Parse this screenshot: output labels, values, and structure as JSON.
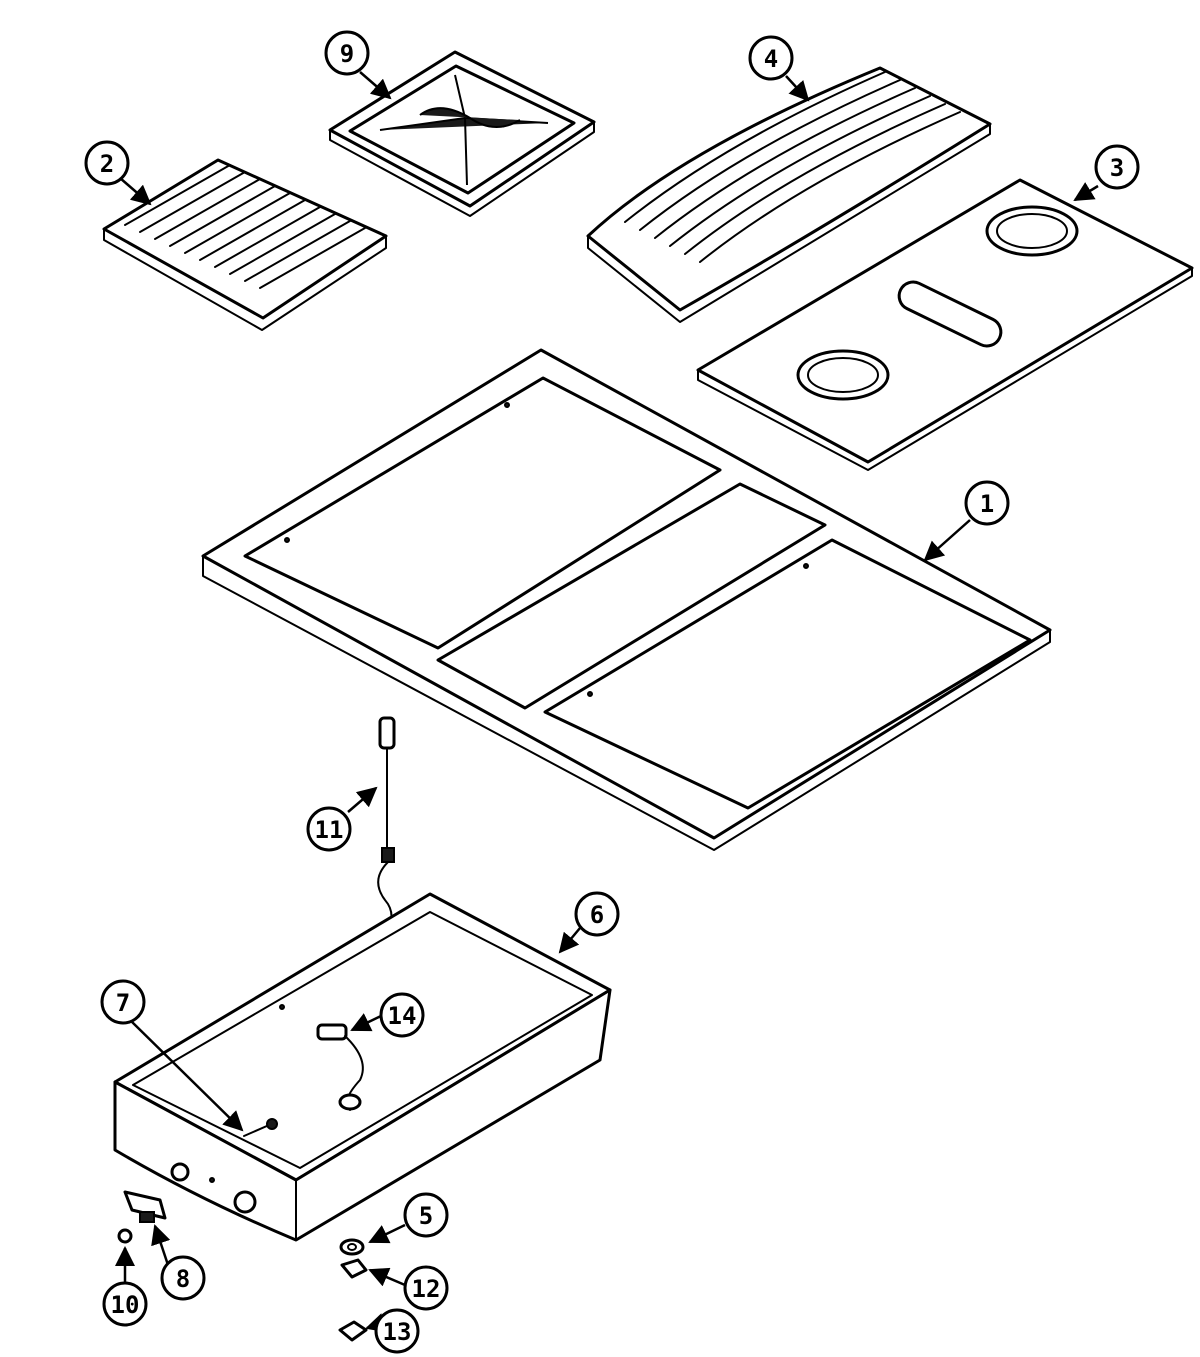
{
  "diagram": {
    "callouts": [
      {
        "id": "1",
        "label": "1"
      },
      {
        "id": "2",
        "label": "2"
      },
      {
        "id": "3",
        "label": "3"
      },
      {
        "id": "4",
        "label": "4"
      },
      {
        "id": "5",
        "label": "5"
      },
      {
        "id": "6",
        "label": "6"
      },
      {
        "id": "7",
        "label": "7"
      },
      {
        "id": "8",
        "label": "8"
      },
      {
        "id": "9",
        "label": "9"
      },
      {
        "id": "10",
        "label": "10"
      },
      {
        "id": "11",
        "label": "11"
      },
      {
        "id": "12",
        "label": "12"
      },
      {
        "id": "13",
        "label": "13"
      },
      {
        "id": "14",
        "label": "14"
      }
    ],
    "colors": {
      "line": "#000000",
      "background": "#ffffff"
    }
  }
}
